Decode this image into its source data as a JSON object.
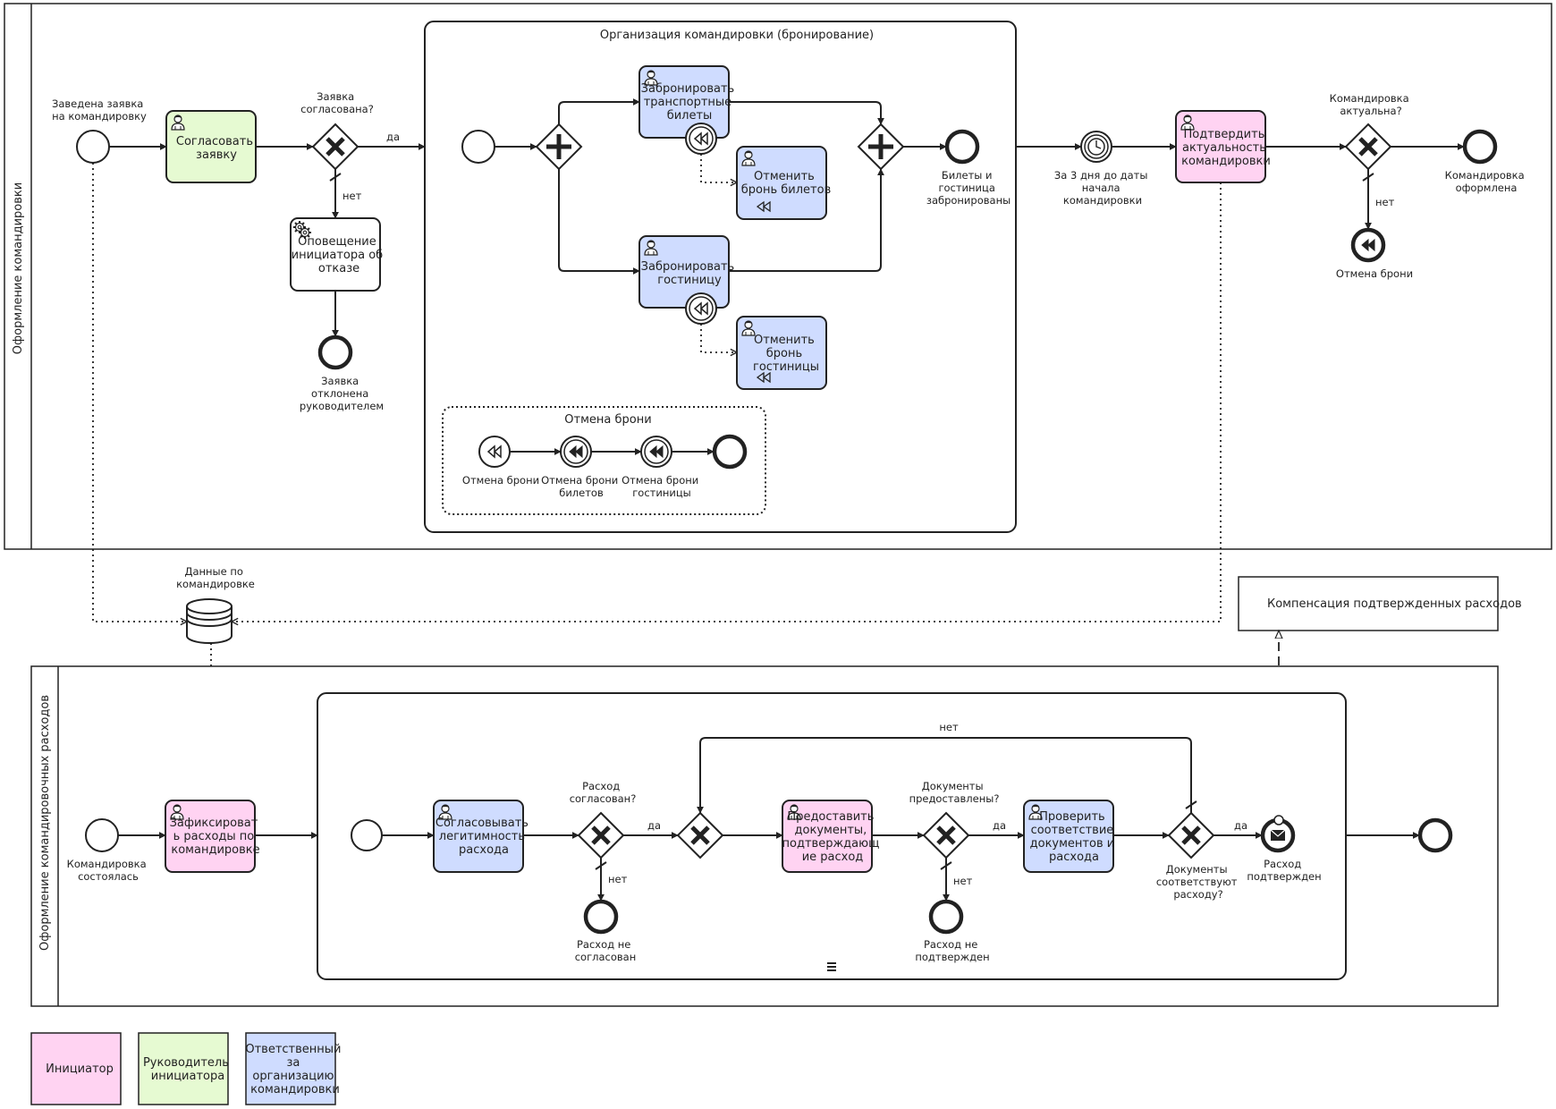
{
  "pools": {
    "pool1": "Оформление командировки",
    "pool2": "Оформление командировочных расходов"
  },
  "colors": {
    "initiator": "#ffd3f2",
    "manager": "#e6fad2",
    "responsible": "#cfdcff"
  },
  "top": {
    "start_label": [
      "Заведена заявка",
      "на командировку"
    ],
    "approve_task": [
      "Согласовать",
      "заявку"
    ],
    "gw1_label": [
      "Заявка",
      "согласована?"
    ],
    "yes1": "да",
    "no1": "нет",
    "notify_task": [
      "Оповещение",
      "инициатора об",
      "отказе"
    ],
    "rejected_label": [
      "Заявка",
      "отклонена",
      "руководителем"
    ],
    "subprocess_title": "Организация командировки (бронирование)",
    "book_tickets": [
      "Забронировать",
      "транспортные",
      "билеты"
    ],
    "cancel_tickets": [
      "Отменить",
      "бронь билетов"
    ],
    "book_hotel": [
      "Забронировать",
      "гостиницу"
    ],
    "cancel_hotel": [
      "Отменить",
      "бронь",
      "гостиницы"
    ],
    "booked_label": [
      "Билеты и",
      "гостиница",
      "забронированы"
    ],
    "event_sub_title": "Отмена брони",
    "es_start": "Отмена брони",
    "es_tickets": [
      "Отмена брони",
      "билетов"
    ],
    "es_hotel": [
      "Отмена брони",
      "гостиницы"
    ],
    "timer_label": [
      "За 3 дня до даты",
      "начала",
      "командировки"
    ],
    "confirm_task": [
      "Подтвердить",
      "актуальность",
      "командировки"
    ],
    "gw2_label": [
      "Командировка",
      "актуальна?"
    ],
    "done_label": [
      "Командировка",
      "оформлена"
    ],
    "no2": "нет",
    "cancel_label": "Отмена брони"
  },
  "datastore": [
    "Данные по",
    "командировке"
  ],
  "annotation": "Компенсация подтвержденных расходов",
  "bottom": {
    "start_label": [
      "Командировка",
      "состоялась"
    ],
    "record_task": [
      "Зафиксироват",
      "ь расходы по",
      "командировке"
    ],
    "legit_task": [
      "Согласовывать",
      "легитимность",
      "расхода"
    ],
    "gw_a_label": [
      "Расход",
      "согласован?"
    ],
    "yes_a": "да",
    "no_a": "нет",
    "not_agreed_label": [
      "Расход не",
      "согласован"
    ],
    "provide_task": [
      "Предоставить",
      "документы,",
      "подтверждающ",
      "ие расход"
    ],
    "gw_c_label": [
      "Документы",
      "предоставлены?"
    ],
    "yes_c": "да",
    "no_c": "нет",
    "not_confirmed_label": [
      "Расход не",
      "подтвержден"
    ],
    "check_task": [
      "Проверить",
      "соответствие",
      "документов и",
      "расхода"
    ],
    "gw_d_label": [
      "Документы",
      "соответствуют",
      "расходу?"
    ],
    "yes_d": "да",
    "loop_no": "нет",
    "confirmed_label": [
      "Расход",
      "подтвержден"
    ]
  },
  "legend": {
    "initiator": "Инициатор",
    "manager": [
      "Руководитель",
      "инициатора"
    ],
    "responsible": [
      "Ответственный",
      "за",
      "организацию",
      "командировки"
    ]
  }
}
